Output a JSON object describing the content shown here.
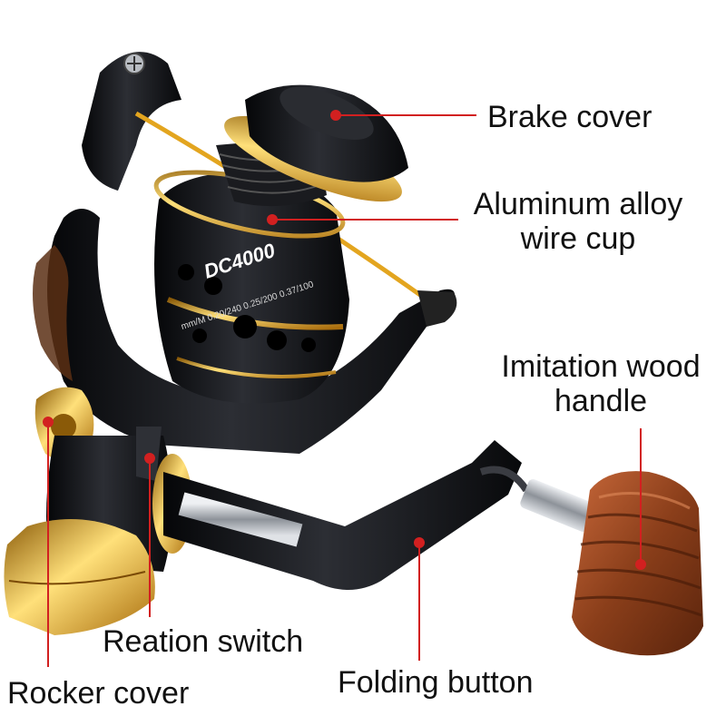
{
  "product": {
    "model": "DC4000",
    "spool_spec": "mm/M 0.20/240 0.25/200 0.37/100"
  },
  "callouts": {
    "brake_cover": "Brake cover",
    "wire_cup_line1": "Aluminum alloy",
    "wire_cup_line2": "wire cup",
    "handle_line1": "Imitation wood",
    "handle_line2": "handle",
    "reation_switch": "Reation switch",
    "rocker_cover": "Rocker cover",
    "folding_button": "Folding button"
  },
  "colors": {
    "leader_line": "#d22020",
    "reel_body": "#15161a",
    "gold_trim": "#e3a51f",
    "wood": "#9a4a22",
    "chrome": "#c9ccd1"
  }
}
